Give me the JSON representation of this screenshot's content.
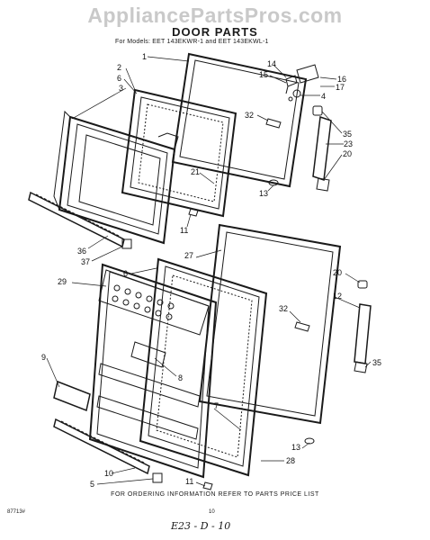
{
  "watermark": "AppliancePartsPros.com",
  "title": "DOOR PARTS",
  "models_line": "For Models: EET 143EKWR-1  and  EET 143EKWL-1",
  "footer_note": "FOR ORDERING INFORMATION REFER TO PARTS PRICE LIST",
  "diagram_code": "87713#",
  "page_number": "10",
  "handwritten_note": "E23 - D - 10",
  "callouts": {
    "c1": "1",
    "c2": "2",
    "c6a": "6",
    "c3": "3",
    "c14": "14",
    "c15": "15",
    "c16": "16",
    "c17": "17",
    "c4": "4",
    "c32a": "32",
    "c35a": "35",
    "c23": "23",
    "c20a": "20",
    "c21": "21",
    "c13a": "13",
    "c11a": "11",
    "c36": "36",
    "c37": "37",
    "c27": "27",
    "c6b": "6",
    "c29": "29",
    "c20b": "20",
    "c12": "12",
    "c32b": "32",
    "c9": "9",
    "c8": "8",
    "c35b": "35",
    "c7": "7",
    "c13b": "13",
    "c28": "28",
    "c10": "10",
    "c5": "5",
    "c11b": "11"
  }
}
